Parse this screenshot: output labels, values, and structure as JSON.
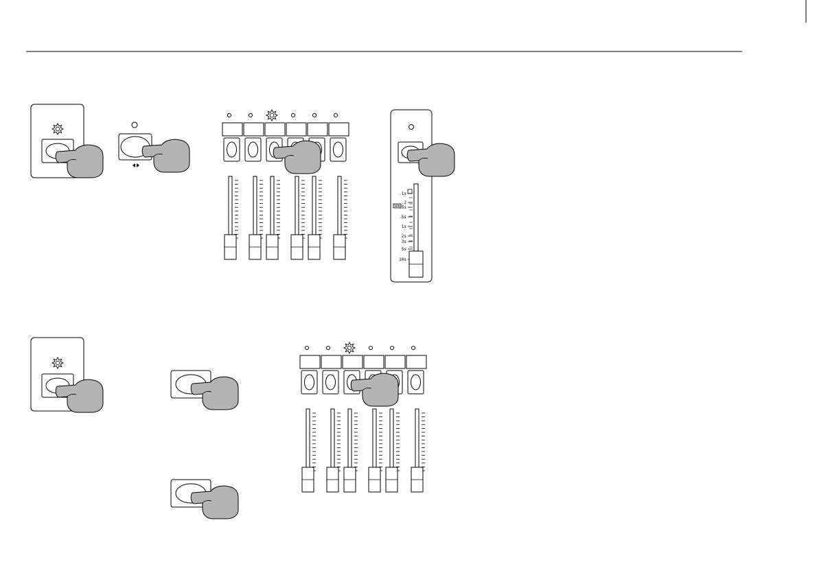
{
  "rate_labels": [
    ".1s",
    ".2",
    ".5s",
    ".5s",
    "1s",
    "2s",
    "3s",
    "5s",
    "10s"
  ],
  "rate_speed_value": "SPD",
  "direction_icon": "left-right-arrows-icon",
  "icons": {
    "led": "led-icon",
    "led_lit": "led-lit-icon",
    "finger": "pointing-finger-icon"
  },
  "colors": {
    "line": "#000000",
    "hand_fill": "#b4b4b4",
    "panel_fill": "#ffffff"
  }
}
